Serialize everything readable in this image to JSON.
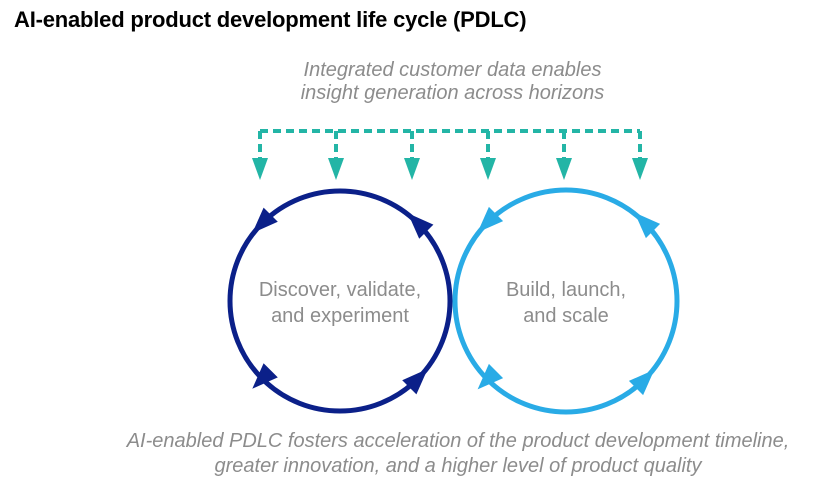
{
  "page_title": "AI-enabled product development life cycle (PDLC)",
  "top_annotation": {
    "line1": "Integrated customer data enables",
    "line2": "insight generation across horizons"
  },
  "connector": {
    "type": "dashed-downward-arrows",
    "arrow_count": 6
  },
  "cycles": [
    {
      "id": "discover-validate-experiment",
      "label_line1": "Discover, validate,",
      "label_line2": "and experiment",
      "color_key": "navy",
      "arrowhead_count": 4
    },
    {
      "id": "build-launch-scale",
      "label_line1": "Build, launch,",
      "label_line2": "and scale",
      "color_key": "light_blue",
      "arrowhead_count": 4
    }
  ],
  "bottom_caption": {
    "line1": "AI-enabled PDLC fosters acceleration of the product development timeline,",
    "line2": "greater innovation, and a higher level of product quality"
  },
  "colors": {
    "title_text": "#000000",
    "gray_text": "#8c8c8c",
    "teal": "#23b5a6",
    "navy": "#0b2089",
    "light_blue": "#29abe6"
  }
}
